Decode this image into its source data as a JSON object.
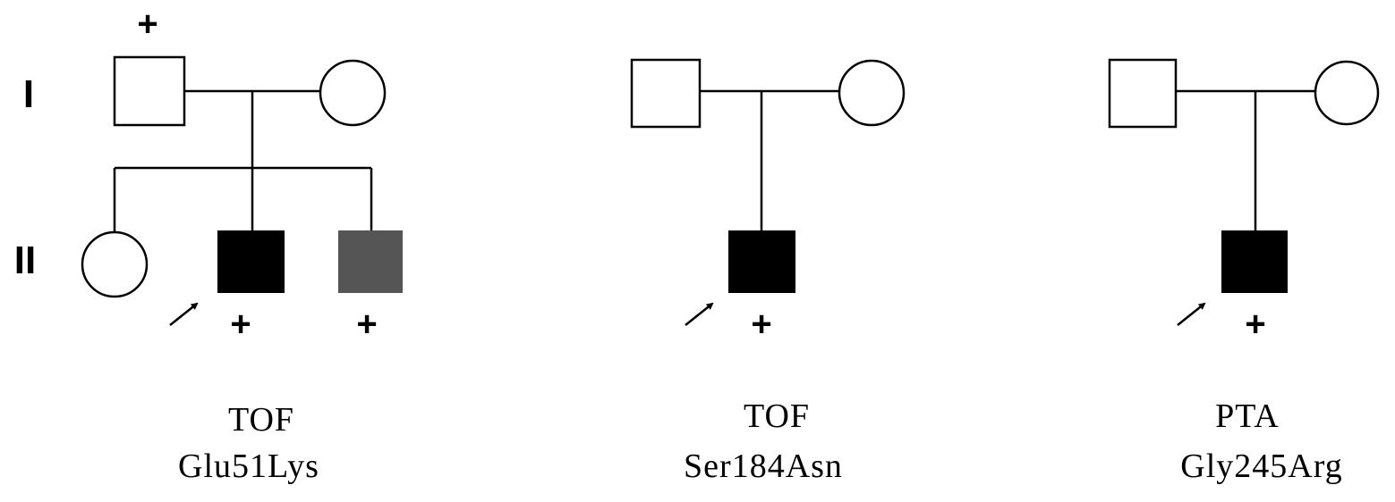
{
  "generation_labels": {
    "gen1": "I",
    "gen2": "II"
  },
  "carrier_mark": "+",
  "colors": {
    "affected": "#000000",
    "affected_gray": "#555555",
    "unaffected": "#ffffff",
    "line": "#000000"
  },
  "pedigrees": [
    {
      "diagnosis": "TOF",
      "variant": "Glu51Lys"
    },
    {
      "diagnosis": "TOF",
      "variant": "Ser184Asn"
    },
    {
      "diagnosis": "PTA",
      "variant": "Gly245Arg"
    }
  ]
}
